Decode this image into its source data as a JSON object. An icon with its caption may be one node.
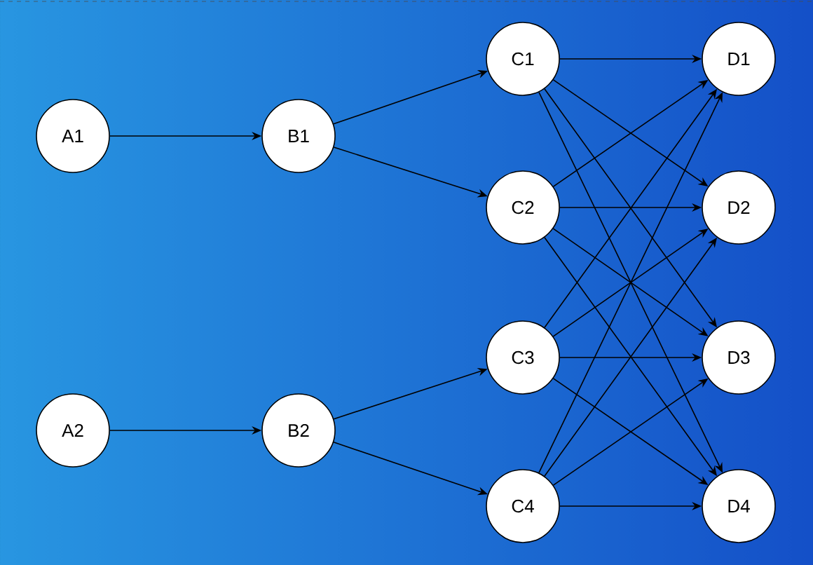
{
  "diagram": {
    "nodes": [
      {
        "text": [
          "A1"
        ]
      },
      {
        "text": [
          "A2"
        ]
      },
      {
        "text": [
          "B1"
        ]
      },
      {
        "text": [
          "B2"
        ]
      },
      {
        "text": [
          "C1"
        ]
      },
      {
        "text": [
          "C2"
        ]
      },
      {
        "text": [
          "C3"
        ]
      },
      {
        "text": [
          "C4"
        ]
      },
      {
        "text": [
          "D1"
        ]
      },
      {
        "text": [
          "D2"
        ]
      },
      {
        "text": [
          "D3"
        ]
      },
      {
        "text": [
          "D4"
        ]
      }
    ],
    "edges": [
      {
        "from": 0,
        "to": 2,
        "arrow": "to"
      },
      {
        "from": 1,
        "to": 3,
        "arrow": "to"
      },
      {
        "from": 2,
        "to": 4,
        "arrow": "to"
      },
      {
        "from": 2,
        "to": 5,
        "arrow": "to"
      },
      {
        "from": 3,
        "to": 6,
        "arrow": "to"
      },
      {
        "from": 3,
        "to": 7,
        "arrow": "to"
      },
      {
        "from": 4,
        "to": 8,
        "arrow": "to"
      },
      {
        "from": 4,
        "to": 9,
        "arrow": "to"
      },
      {
        "from": 4,
        "to": 10,
        "arrow": "to"
      },
      {
        "from": 4,
        "to": 11,
        "arrow": "to"
      },
      {
        "from": 5,
        "to": 8,
        "arrow": "to"
      },
      {
        "from": 5,
        "to": 9,
        "arrow": "to"
      },
      {
        "from": 5,
        "to": 10,
        "arrow": "to"
      },
      {
        "from": 5,
        "to": 11,
        "arrow": "to"
      },
      {
        "from": 6,
        "to": 8,
        "arrow": "to"
      },
      {
        "from": 6,
        "to": 9,
        "arrow": "to"
      },
      {
        "from": 6,
        "to": 10,
        "arrow": "to"
      },
      {
        "from": 6,
        "to": 11,
        "arrow": "to"
      },
      {
        "from": 7,
        "to": 8,
        "arrow": "to"
      },
      {
        "from": 7,
        "to": 9,
        "arrow": "to"
      },
      {
        "from": 7,
        "to": 10,
        "arrow": "to"
      },
      {
        "from": 7,
        "to": 11,
        "arrow": "to"
      }
    ]
  }
}
